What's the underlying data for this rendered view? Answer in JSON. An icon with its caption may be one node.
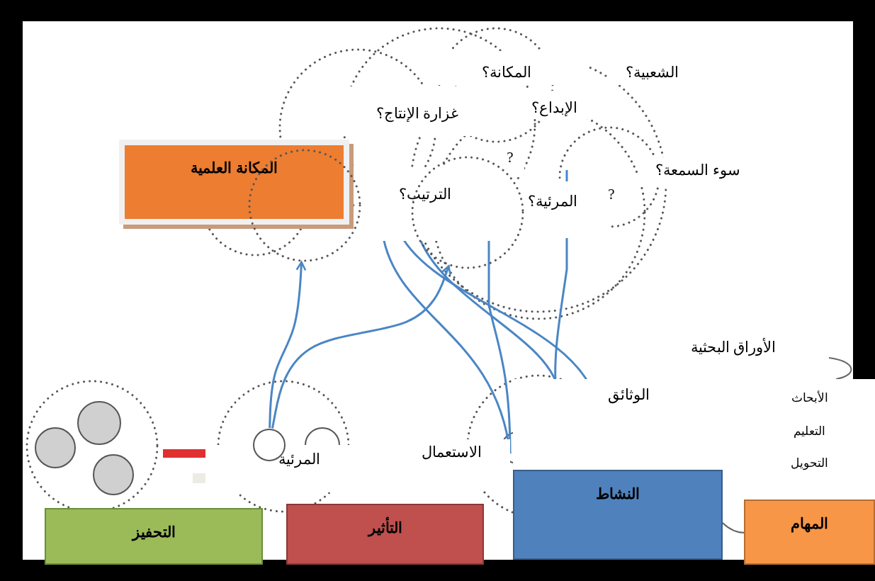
{
  "diagram": {
    "nodes": [
      {
        "text": [
          "المكانة العلمية"
        ]
      },
      {
        "text": [
          "التحفيز"
        ]
      },
      {
        "text": [
          "التأثير"
        ]
      },
      {
        "text": [
          "النشاط"
        ]
      },
      {
        "text": [
          "المهام"
        ]
      },
      {
        "text": [],
        "shape": "circle"
      },
      {
        "text": [],
        "shape": "circle"
      },
      {
        "text": [],
        "shape": "circle"
      }
    ],
    "edges": [
      {
        "from": 5,
        "to": 6,
        "arrow": "to"
      },
      {
        "from": 5,
        "to": 7,
        "arrow": "to"
      }
    ],
    "labels": [
      "المكانة؟",
      "الشعبية؟",
      "غزارة الإنتاج؟",
      "الإبداع؟",
      "?",
      "سوء السمعة؟",
      "الترتيب؟",
      "المرئية؟",
      "?",
      "الأوراق البحثية",
      "الوثائق",
      "الأبحاث",
      "التعليم",
      "التحويل",
      "الاستعمال",
      "المرئية"
    ]
  }
}
